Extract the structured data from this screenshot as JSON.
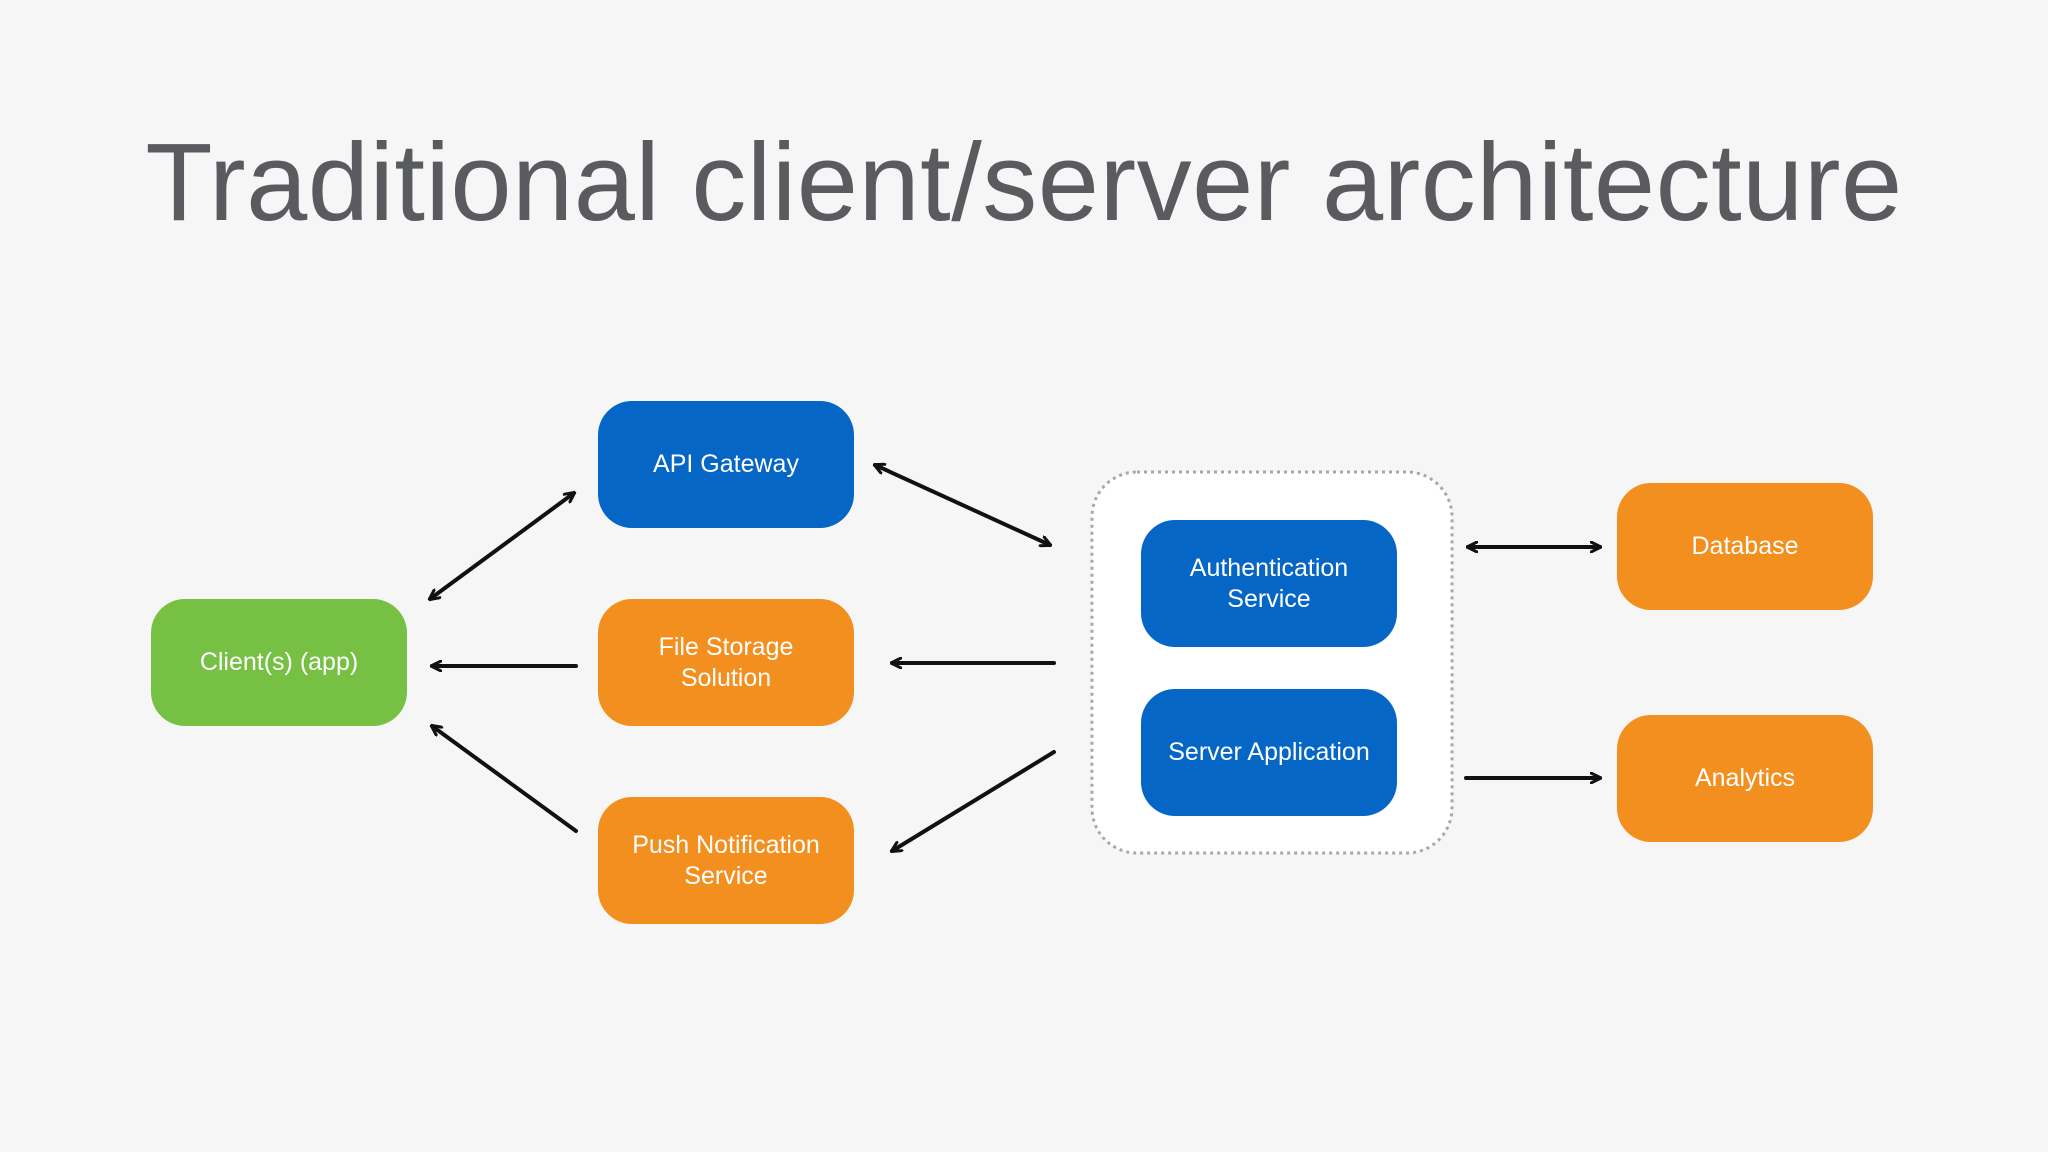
{
  "title": "Traditional client/server architecture",
  "nodes": {
    "client": "Client(s) (app)",
    "api_gateway": "API Gateway",
    "file_storage": "File Storage\nSolution",
    "push_notification": "Push Notification\nService",
    "authentication": "Authentication\nService",
    "auth_ghost": "Authentication Service",
    "server_app": "Server Application",
    "database": "Database",
    "analytics": "Analytics"
  },
  "colors": {
    "client": "#76c043",
    "service_blue": "#0566c6",
    "service_orange": "#f38f1e",
    "arrow": "#111111",
    "group_border": "#a8a8a8",
    "title": "#595b5f"
  }
}
